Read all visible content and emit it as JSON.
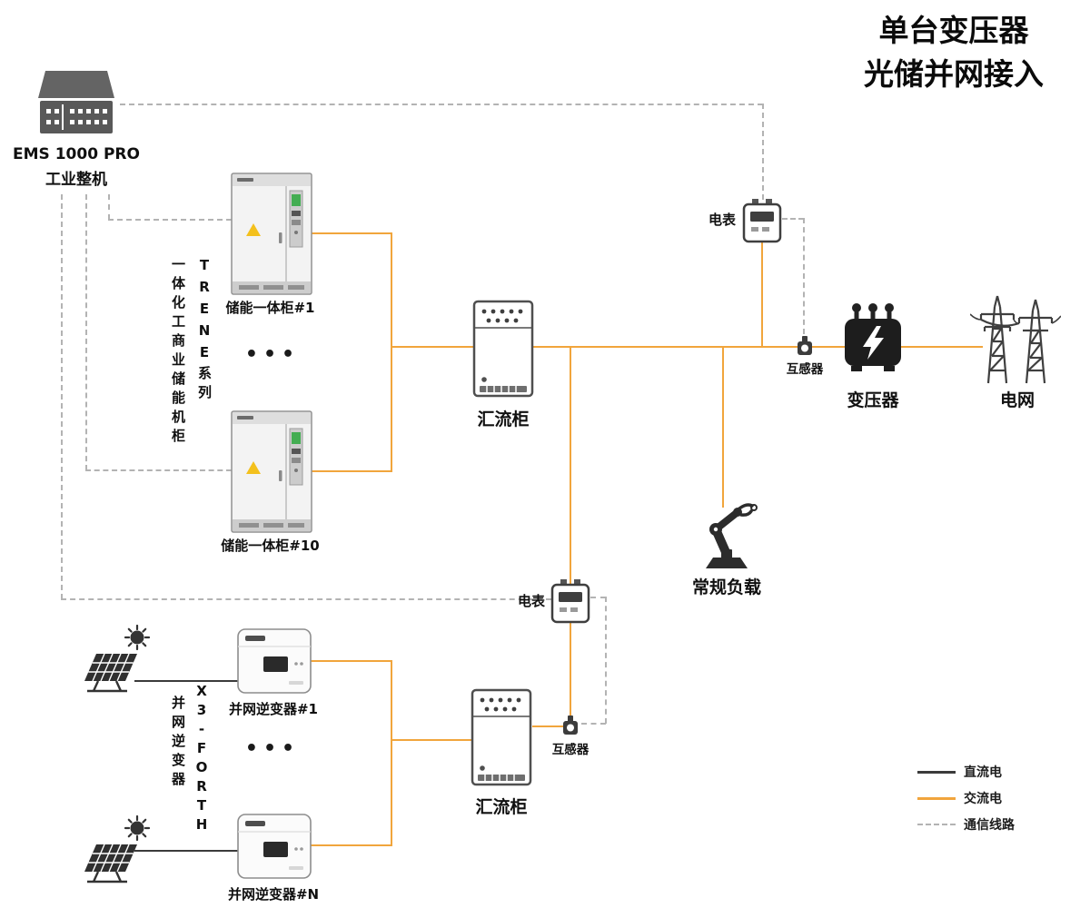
{
  "title": {
    "line1": "单台变压器",
    "line2": "光储并网接入"
  },
  "ems": {
    "name": "EMS 1000 PRO",
    "subtitle": "工业整机"
  },
  "storage": {
    "type_vertical": "一体化工商业储能机柜",
    "series_vertical": "TRENE系列",
    "cabinet_first": "储能一体柜#1",
    "cabinet_last": "储能一体柜#10",
    "ellipsis": "•••"
  },
  "pv": {
    "type_vertical": "并网逆变器",
    "series_vertical": "X3-FORTH",
    "inverter_first": "并网逆变器#1",
    "inverter_last": "并网逆变器#N",
    "ellipsis": "•••"
  },
  "combiner_top": {
    "label": "汇流柜"
  },
  "combiner_bottom": {
    "label": "汇流柜"
  },
  "meter_top": {
    "label": "电表"
  },
  "meter_bottom": {
    "label": "电表"
  },
  "ct_top": {
    "label": "互感器"
  },
  "ct_bottom": {
    "label": "互感器"
  },
  "transformer": {
    "label": "变压器"
  },
  "grid": {
    "label": "电网"
  },
  "load": {
    "label": "常规负载"
  },
  "legend": {
    "items": [
      {
        "label": "直流电",
        "type": "dc",
        "color": "#3b3b3b"
      },
      {
        "label": "交流电",
        "type": "ac",
        "color": "#f1a53c"
      },
      {
        "label": "通信线路",
        "type": "comm",
        "color": "#b3b3b3"
      }
    ]
  }
}
